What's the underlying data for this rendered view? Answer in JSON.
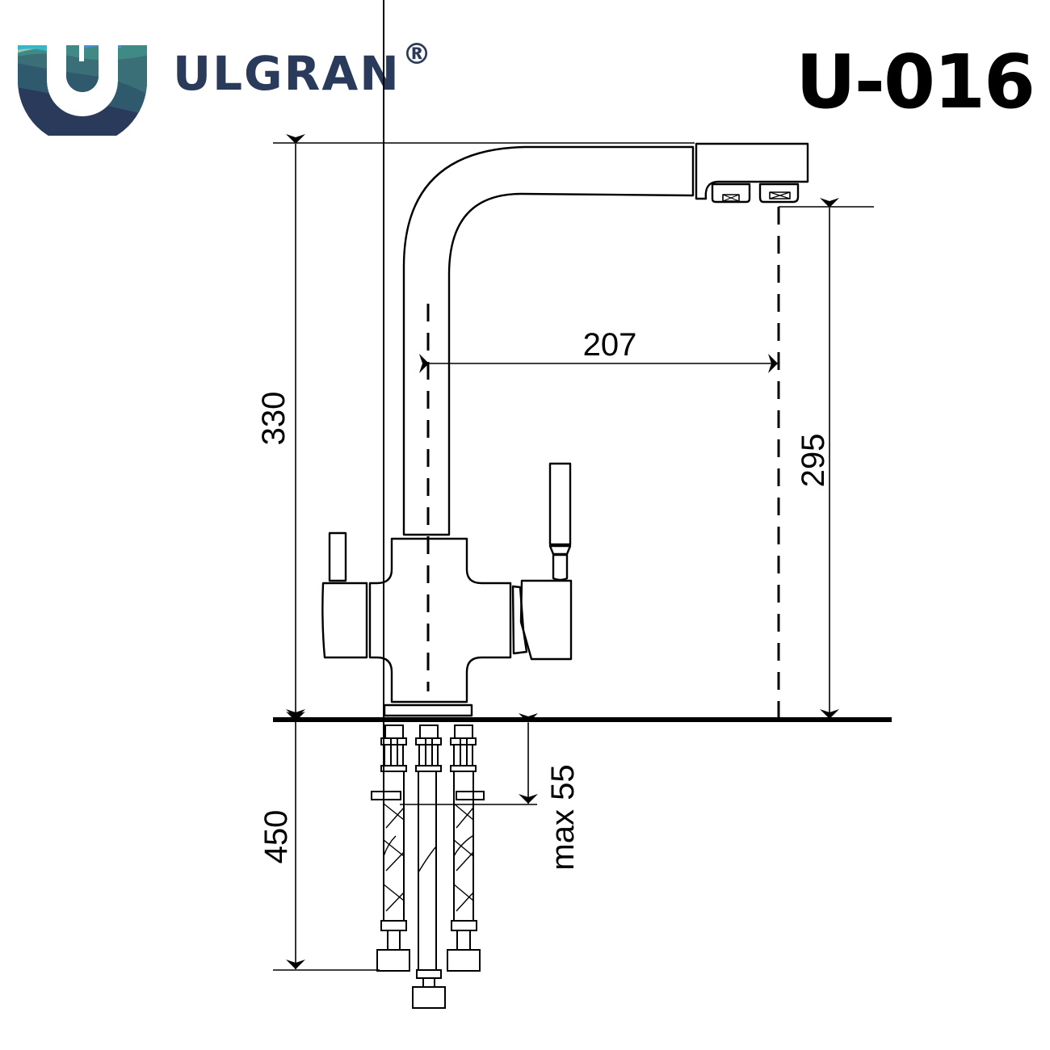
{
  "header": {
    "brand_name": "ULGRAN",
    "registered_mark": "®",
    "model_code": "U-016",
    "logo_icon": "ulgran-u-wave-logo-icon",
    "brand_color": "#2a3a5a",
    "logo_colors": [
      "#2a3a5a",
      "#2f5a6e",
      "#3f8a84",
      "#35b6c9",
      "#4a8fd0",
      "#9cc7b2"
    ]
  },
  "drawing": {
    "subject": "kitchen faucet with filtered water outlet, side view",
    "line_color": "#000000",
    "dimensions": {
      "total_height": "330",
      "spout_height": "295",
      "spout_reach": "207",
      "hose_length": "450",
      "max_mount_thickness": "max 55"
    },
    "units": "mm"
  }
}
